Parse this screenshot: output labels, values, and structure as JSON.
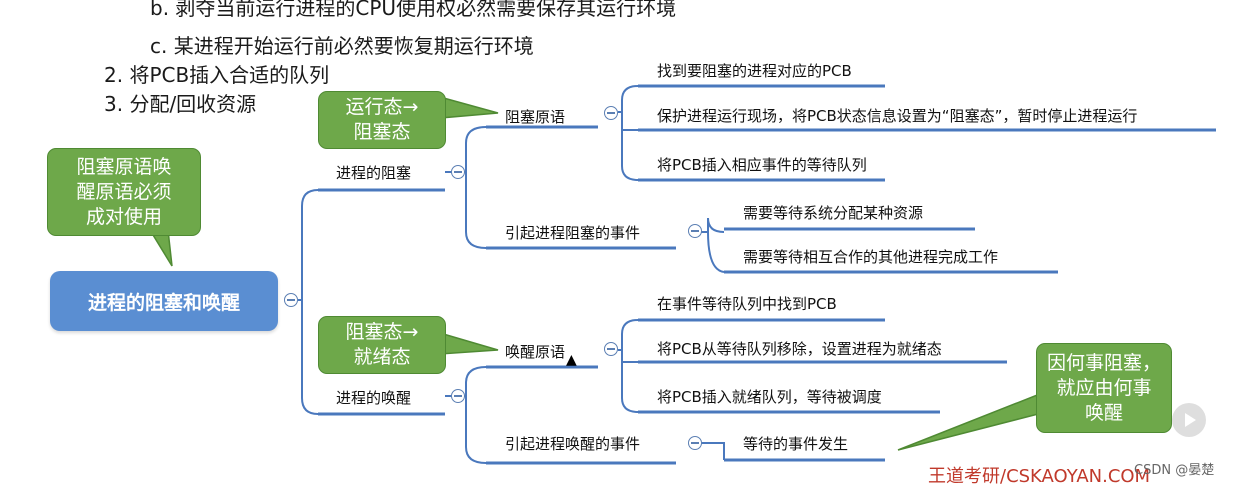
{
  "top_notes": {
    "b": "b. 剥夺当前运行进程的CPU使用权必然需要保存其运行环境",
    "c": "c. 某进程开始运行前必然要恢复期运行环境",
    "item2": "2.  将PCB插入合适的队列",
    "item3": "3.  分配/回收资源"
  },
  "mindmap": {
    "root": "进程的阻塞和唤醒",
    "block": {
      "label": "进程的阻塞",
      "primitive": {
        "label": "阻塞原语",
        "steps": [
          "找到要阻塞的进程对应的PCB",
          "保护进程运行现场，将PCB状态信息设置为“阻塞态”，暂时停止进程运行",
          "将PCB插入相应事件的等待队列"
        ]
      },
      "cause": {
        "label": "引起进程阻塞的事件",
        "items": [
          "需要等待系统分配某种资源",
          "需要等待相互合作的其他进程完成工作"
        ]
      }
    },
    "wake": {
      "label": "进程的唤醒",
      "primitive": {
        "label": "唤醒原语",
        "steps": [
          "在事件等待队列中找到PCB",
          "将PCB从等待队列移除，设置进程为就绪态",
          "将PCB插入就绪队列，等待被调度"
        ]
      },
      "cause": {
        "label": "引起进程唤醒的事件",
        "items": [
          "等待的事件发生"
        ]
      }
    }
  },
  "callouts": {
    "pair": "阻塞原语唤\n醒原语必须\n成对使用",
    "run_to_block": "运行态→\n阻塞态",
    "block_to_ready": "阻塞态→\n就绪态",
    "cause_rule": "因何事阻塞，\n就应由何事\n唤醒"
  },
  "footer": "王道考研/CSKAOYAN.COM",
  "credit": "CSDN @晏楚",
  "colors": {
    "root_bg": "#5a8ed2",
    "note_bg": "#6ea84a",
    "line": "#4a78bd"
  }
}
